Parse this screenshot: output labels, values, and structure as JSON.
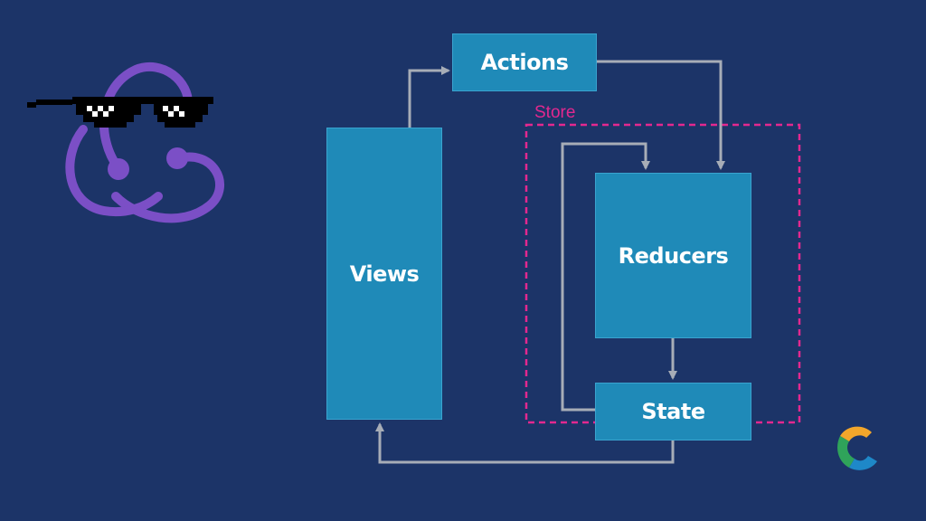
{
  "diagram": {
    "nodes": {
      "actions": "Actions",
      "views": "Views",
      "reducers": "Reducers",
      "state": "State"
    },
    "group_label": "Store",
    "edges": [
      {
        "from": "views",
        "to": "actions"
      },
      {
        "from": "actions",
        "to": "reducers"
      },
      {
        "from": "reducers",
        "to": "state"
      },
      {
        "from": "state",
        "to": "reducers"
      },
      {
        "from": "state",
        "to": "views"
      }
    ]
  },
  "colors": {
    "background": "#1c3468",
    "node_fill": "#1f8ab8",
    "connector": "#a7adb7",
    "store_border": "#e3288f",
    "redux_logo": "#7b4fc6"
  },
  "icons": {
    "top_left": "redux-logo-with-pixel-sunglasses-icon",
    "bottom_right": "brand-logo-icon"
  }
}
